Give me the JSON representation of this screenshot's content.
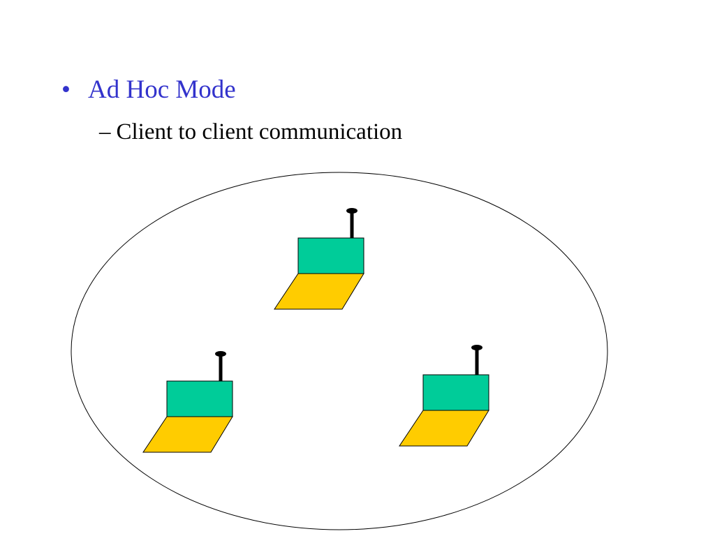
{
  "slide": {
    "bullet_glyph": "•",
    "heading": "Ad Hoc Mode",
    "sub_dash": "–",
    "subpoint": "Client to client communication"
  },
  "colors": {
    "heading": "#3333cc",
    "screen": "#00cc99",
    "keyboard": "#ffcc00",
    "antenna": "#000000",
    "outline": "#000000"
  },
  "icons": {
    "client_device": "laptop-with-antenna-icon"
  },
  "diagram": {
    "network_boundary": "ellipse",
    "client_count": 3
  }
}
